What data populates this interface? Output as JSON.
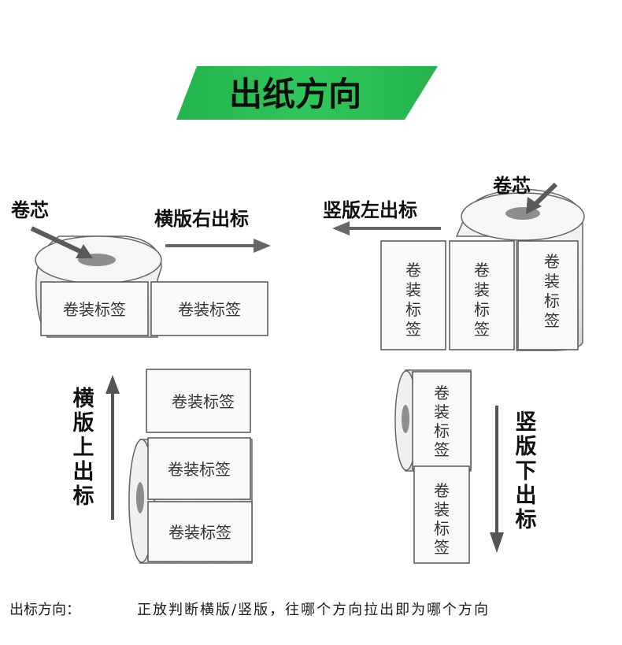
{
  "title": "出纸方向",
  "colors": {
    "banner": "#2cc257",
    "outline": "#555555",
    "arrow_gray": "#666666",
    "core_gray": "#8d8d8d"
  },
  "core_label": "卷芯",
  "label_text": "卷装标签",
  "label_text_vertical": [
    "卷",
    "装",
    "标",
    "签"
  ],
  "panels": {
    "horizontal_right": "横版右出标",
    "vertical_left": "竖版左出标",
    "horizontal_up": [
      "横",
      "版",
      "上",
      "出",
      "标"
    ],
    "vertical_down": [
      "竖",
      "版",
      "下",
      "出",
      "标"
    ]
  },
  "footer": {
    "label": "出标方向：",
    "description": "正放判断横版/竖版，往哪个方向拉出即为哪个方向"
  }
}
